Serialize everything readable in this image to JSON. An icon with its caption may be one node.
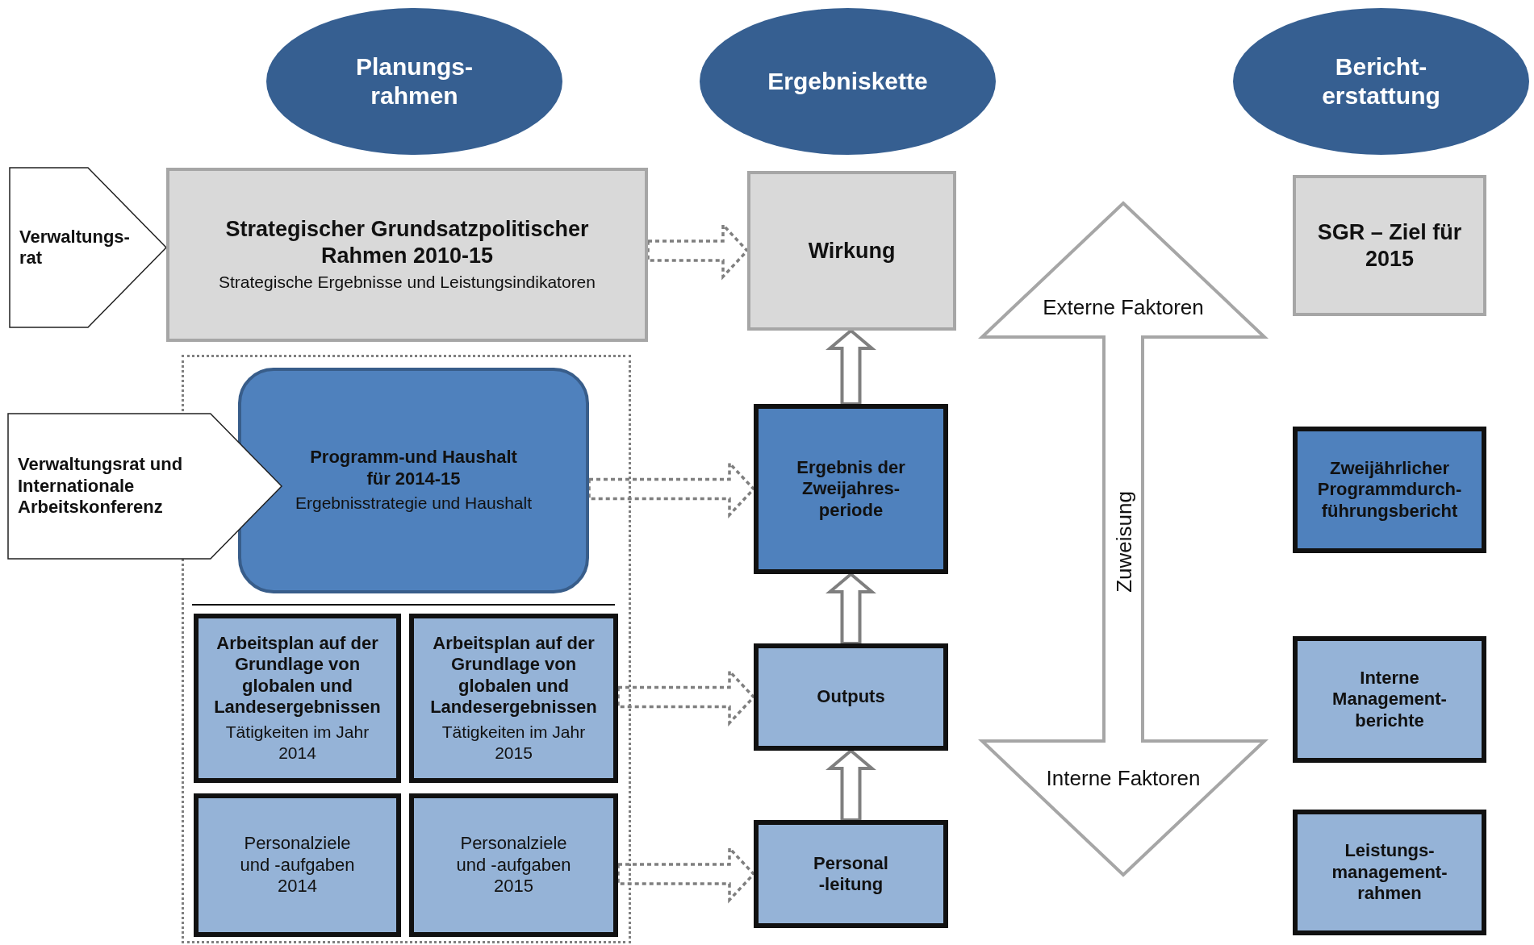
{
  "diagram": {
    "nodes": [
      {
        "text": [
          "Planungs- rahmen"
        ]
      },
      {
        "text": [
          "Ergebniskette"
        ]
      },
      {
        "text": [
          "Bericht- erstattung"
        ]
      },
      {
        "text": [
          "Verwaltungs- rat"
        ]
      },
      {
        "text": [
          "Strategischer Grundsatzpolitischer Rahmen 2010-15",
          "Strategische Ergebnisse und Leistungsindikatoren"
        ]
      },
      {
        "text": [
          "Wirkung"
        ]
      },
      {
        "text": [
          "SGR – Ziel für 2015"
        ]
      },
      {
        "text": [],
        "shape": "box"
      },
      {
        "text": [
          "Verwaltungsrat und Internationale Arbeitskonferenz"
        ]
      },
      {
        "text": [
          "Programm-und Haushalt für 2014-15",
          "Ergebnisstrategie und Haushalt"
        ],
        "in": 7
      },
      {
        "text": [
          "Arbeitsplan auf der Grundlage von globalen und Landesergebnissen",
          "Tätigkeiten im Jahr 2014"
        ],
        "in": 7
      },
      {
        "text": [
          "Arbeitsplan auf der Grundlage von globalen und Landesergebnissen",
          "Tätigkeiten im Jahr 2015"
        ],
        "in": 7
      },
      {
        "text": [
          "Personalziele und -aufgaben 2014"
        ],
        "in": 7
      },
      {
        "text": [
          "Personalziele und -aufgaben 2015"
        ],
        "in": 7
      },
      {
        "text": [
          "Ergebnis der Zweijahres- periode"
        ]
      },
      {
        "text": [
          "Outputs"
        ]
      },
      {
        "text": [
          "Personal -leitung"
        ]
      },
      {
        "text": [
          "Zweijährlicher Programmdurch- führungsbericht"
        ]
      },
      {
        "text": [
          "Interne Management- berichte"
        ]
      },
      {
        "text": [
          "Leistungs- management- rahmen"
        ]
      }
    ],
    "edges": [
      {
        "from": 4,
        "to": 5,
        "arrow": "to",
        "style": "dashed"
      },
      {
        "from": 9,
        "to": 14,
        "arrow": "to",
        "style": "dashed"
      },
      {
        "from": 11,
        "to": 15,
        "arrow": "to",
        "style": "dashed"
      },
      {
        "from": 13,
        "to": 16,
        "arrow": "to",
        "style": "dashed"
      },
      {
        "from": 16,
        "to": 15,
        "arrow": "to"
      },
      {
        "from": 15,
        "to": 14,
        "arrow": "to"
      },
      {
        "from": 14,
        "to": 5,
        "arrow": "to"
      }
    ],
    "labels": [
      "Externe Faktoren",
      "Zuweisung",
      "Interne Faktoren"
    ]
  }
}
